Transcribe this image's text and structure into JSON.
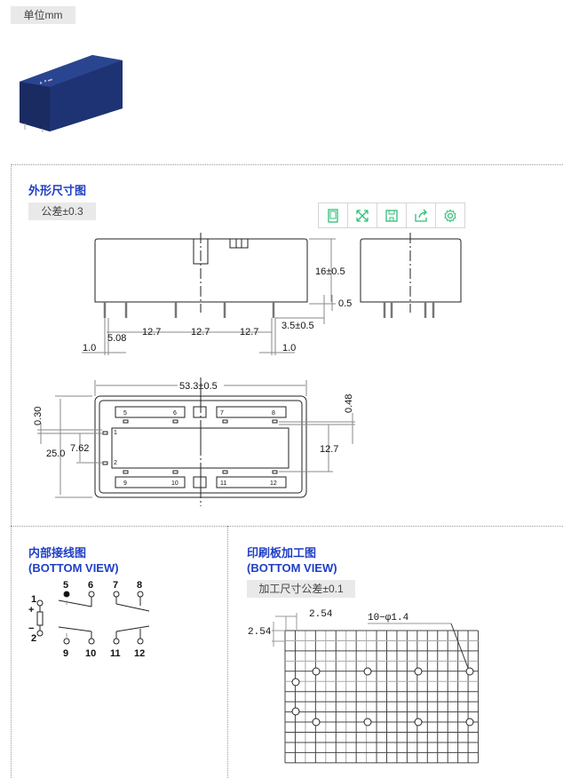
{
  "unit_tag": "单位mm",
  "outline": {
    "title": "外形尺寸图",
    "tolerance": "公差±0.3",
    "toolbar": [
      "tablet-view",
      "fullscreen",
      "save",
      "share",
      "settings"
    ],
    "dims": {
      "height": "16±0.5",
      "gap": "0.5",
      "pin_len": "3.5±0.5",
      "p1": "5.08",
      "p2": "12.7",
      "p3": "12.7",
      "p4": "12.7",
      "pin_w_left": "1.0",
      "pin_w_right": "1.0",
      "length": "53.3±0.5",
      "width": "25.0",
      "coil_pitch": "7.62",
      "offset_left": "0.30",
      "offset_right": "0.48",
      "row_pitch": "12.7"
    },
    "pins": {
      "top": [
        "5",
        "6",
        "7",
        "8"
      ],
      "bottom": [
        "9",
        "10",
        "11",
        "12"
      ],
      "coil": [
        "1",
        "2"
      ]
    }
  },
  "wiring": {
    "title": "内部接线图",
    "subtitle": "(BOTTOM VIEW)",
    "top": [
      "5",
      "6",
      "7",
      "8"
    ],
    "bottom": [
      "9",
      "10",
      "11",
      "12"
    ],
    "coil": [
      "1",
      "2"
    ],
    "plus": "+",
    "minus": "−"
  },
  "pcb": {
    "title": "印刷板加工图",
    "subtitle": "(BOTTOM VIEW)",
    "tolerance": "加工尺寸公差±0.1",
    "pitch_x": "2.54",
    "pitch_y": "2.54",
    "holes": "10−φ1.4"
  },
  "colors": {
    "title": "#1f3fc4",
    "icon": "#2fbf78",
    "relay": "#1c2f6e"
  }
}
